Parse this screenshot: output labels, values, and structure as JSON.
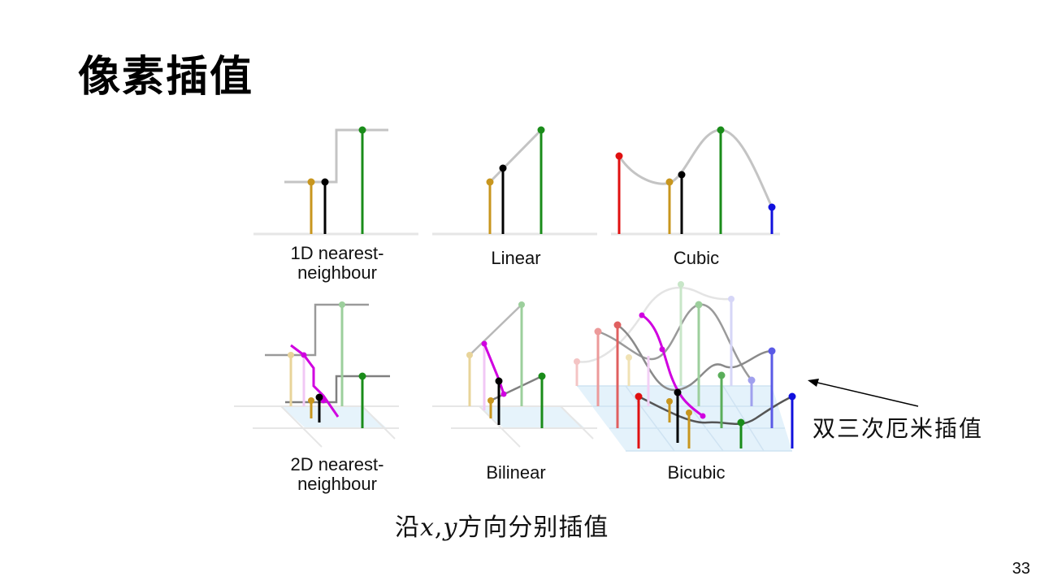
{
  "slide": {
    "title": "像素插值",
    "page_number": "33"
  },
  "panels": {
    "nearest_1d": {
      "caption_line1": "1D nearest-",
      "caption_line2": "neighbour"
    },
    "linear": {
      "caption": "Linear"
    },
    "cubic": {
      "caption": "Cubic"
    },
    "nearest_2d": {
      "caption_line1": "2D nearest-",
      "caption_line2": "neighbour"
    },
    "bilinear": {
      "caption": "Bilinear"
    },
    "bicubic": {
      "caption": "Bicubic"
    }
  },
  "annotations": {
    "bicubic_label": "双三次厄米插值",
    "bottom_prefix": "沿",
    "bottom_x": "x",
    "bottom_sep": ",",
    "bottom_y": "y",
    "bottom_suffix": "方向分别插值"
  },
  "colors": {
    "gold": "#c8961e",
    "black": "#000000",
    "green": "#1a8c1a",
    "red": "#e01010",
    "blue": "#1010dd",
    "magenta": "#d000e0",
    "gray_curve": "#c4c4c4",
    "axis": "#e6e6e6",
    "grid_fill": "#dbeefa"
  }
}
